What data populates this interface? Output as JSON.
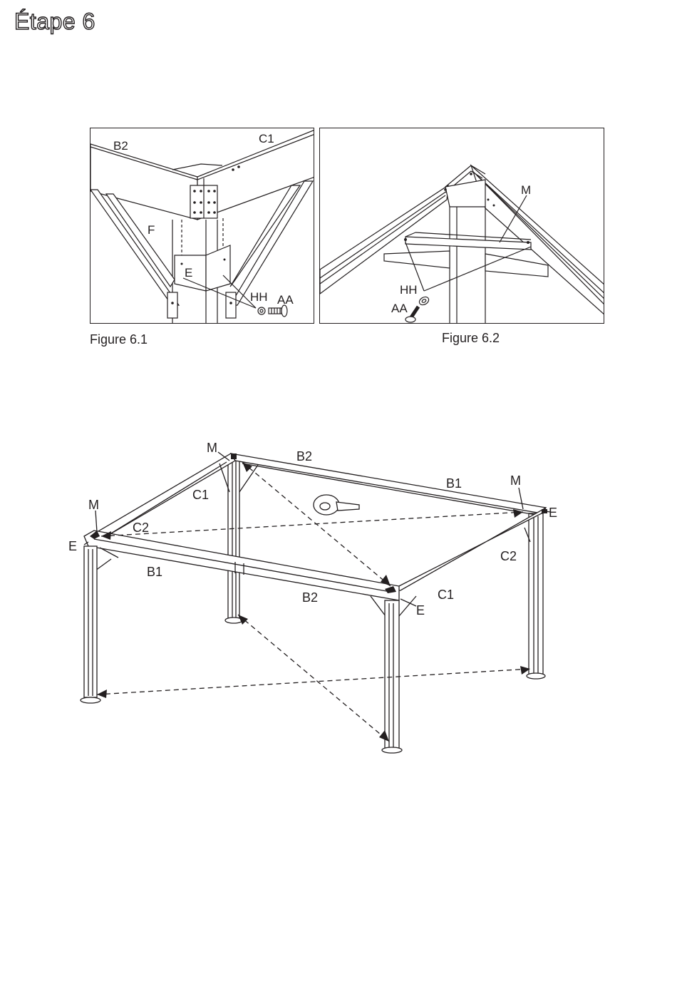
{
  "page": {
    "title": "Étape 6"
  },
  "figure_6_1": {
    "caption": "Figure 6.1",
    "labels": {
      "b2": "B2",
      "c1": "C1",
      "f": "F",
      "e": "E",
      "hh": "HH",
      "aa": "AA"
    }
  },
  "figure_6_2": {
    "caption": "Figure 6.2",
    "labels": {
      "m": "M",
      "hh": "HH",
      "aa": "AA"
    }
  },
  "main_figure": {
    "labels": {
      "m_top": "M",
      "b2_top": "B2",
      "b1_top": "B1",
      "m_right": "M",
      "e_right": "E",
      "m_left": "M",
      "c1_left": "C1",
      "c2_left": "C2",
      "e_left": "E",
      "b1_front": "B1",
      "b2_front": "B2",
      "c2_right": "C2",
      "c1_right": "C1",
      "e_front": "E"
    }
  }
}
